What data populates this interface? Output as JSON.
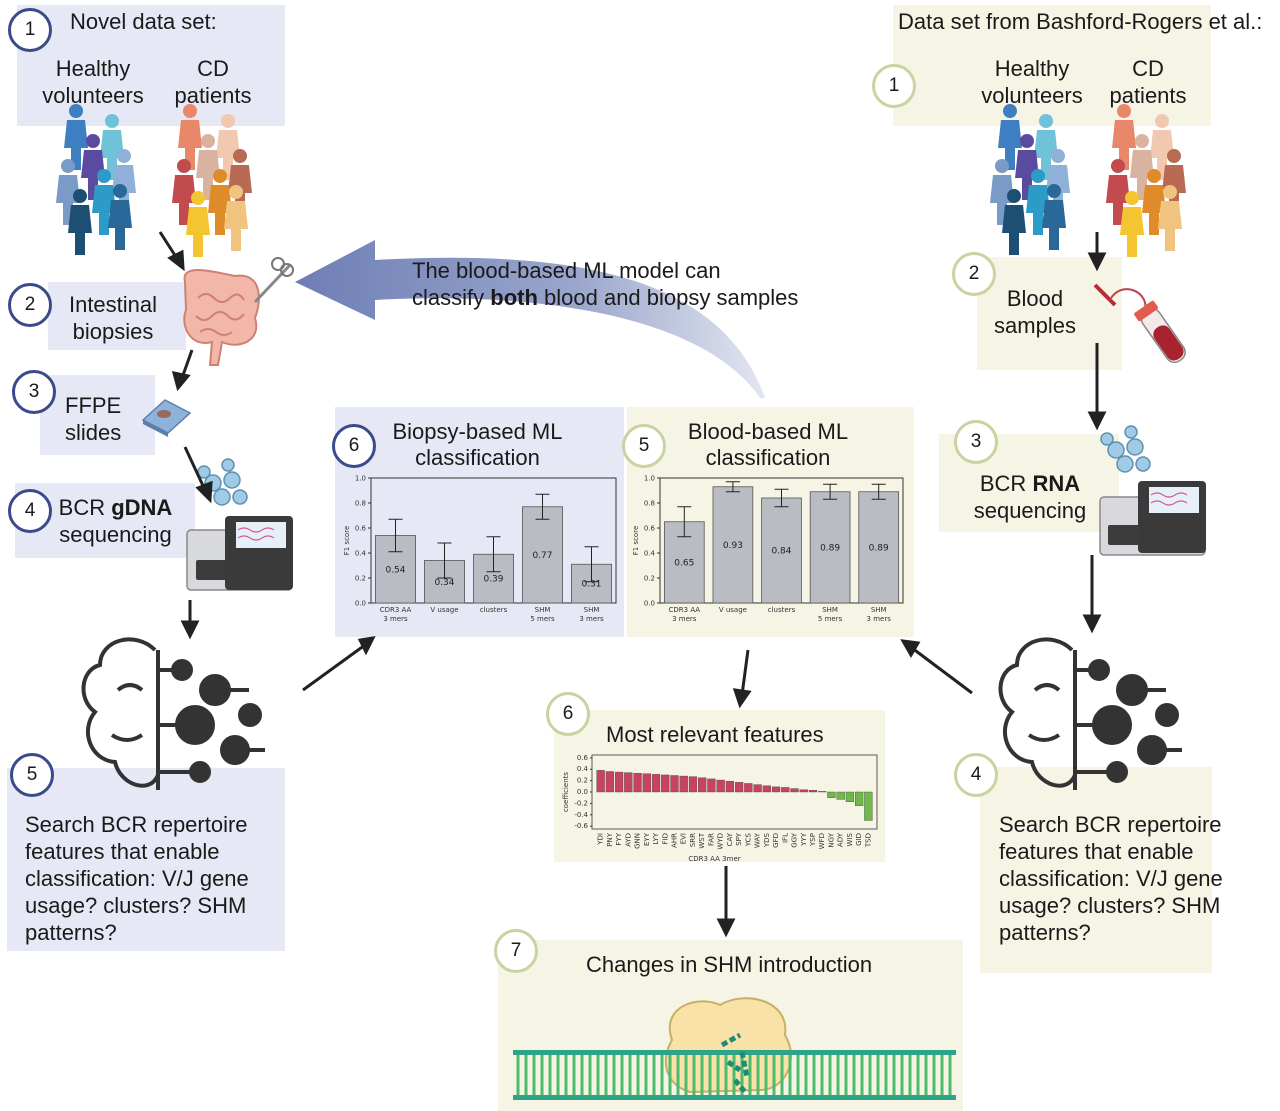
{
  "left": {
    "s1_num": "1",
    "s1_title": "Novel data set:",
    "healthy": "Healthy\nvolunteers",
    "cd": "CD\npatients",
    "s2_num": "2",
    "s2_label": "Intestinal\nbiopsies",
    "s3_num": "3",
    "s3_label": "FFPE\nslides",
    "s4_num": "4",
    "s4_pre": "BCR ",
    "s4_bold": "gDNA",
    "s4_post": "sequencing",
    "s5_num": "5",
    "s5_text": "Search BCR repertoire\nfeatures that enable\nclassification: V/J gene\nusage? clusters? SHM\npatterns?"
  },
  "right": {
    "title": "Data set from Bashford-Rogers et al.:",
    "s1_num": "1",
    "healthy": "Healthy\nvolunteers",
    "cd": "CD\npatients",
    "s2_num": "2",
    "s2_label": "Blood\nsamples",
    "s3_num": "3",
    "s3_pre": "BCR ",
    "s3_bold": "RNA",
    "s3_post": "sequencing",
    "s4_num": "4",
    "s4_text": "Search BCR repertoire\nfeatures that enable\nclassification: V/J gene\nusage? clusters? SHM\npatterns?"
  },
  "center": {
    "arrow_pre": "The blood-based ML model can\nclassify ",
    "arrow_bold": "both",
    "arrow_post": " blood and biopsy samples",
    "biopsy_num": "6",
    "biopsy_title": "Biopsy-based ML\nclassification",
    "blood_num": "5",
    "blood_title": "Blood-based ML\nclassification",
    "features_num": "6",
    "features_title": "Most relevant features",
    "shm_num": "7",
    "shm_title": "Changes in SHM introduction"
  },
  "chart_data": [
    {
      "type": "bar",
      "ylabel": "F1 score",
      "ylim": [
        0,
        1.0
      ],
      "yticks": [
        "0.0",
        "0.2",
        "0.4",
        "0.6",
        "0.8",
        "1.0"
      ],
      "categories": [
        "CDR3 AA\n3 mers",
        "V usage",
        "clusters",
        "SHM\n5 mers",
        "SHM\n3 mers"
      ],
      "values": [
        0.54,
        0.34,
        0.39,
        0.77,
        0.31
      ],
      "value_labels": [
        "0.54",
        "0.34",
        "0.39",
        "0.77",
        "0.31"
      ],
      "errors": [
        0.13,
        0.14,
        0.14,
        0.1,
        0.14
      ]
    },
    {
      "type": "bar",
      "ylabel": "F1 score",
      "ylim": [
        0,
        1.0
      ],
      "yticks": [
        "0.0",
        "0.2",
        "0.4",
        "0.6",
        "0.8",
        "1.0"
      ],
      "categories": [
        "CDR3 AA\n3 mers",
        "V usage",
        "clusters",
        "SHM\n5 mers",
        "SHM\n3 mers"
      ],
      "values": [
        0.65,
        0.93,
        0.84,
        0.89,
        0.89
      ],
      "value_labels": [
        "0.65",
        "0.93",
        "0.84",
        "0.89",
        "0.89"
      ],
      "errors": [
        0.12,
        0.04,
        0.07,
        0.06,
        0.06
      ]
    },
    {
      "type": "bar",
      "ylabel": "coefficients",
      "xlabel": "CDR3 AA 3mer",
      "ylim": [
        -0.65,
        0.65
      ],
      "yticks": [
        "-0.6",
        "-0.4",
        "-0.2",
        "0.0",
        "0.2",
        "0.4",
        "0.6"
      ],
      "categories": [
        "YDI",
        "PNY",
        "FYY",
        "AYD",
        "GNN",
        "EYY",
        "LYY",
        "FID",
        "AHR",
        "EVI",
        "SRR",
        "WST",
        "FAR",
        "WYD",
        "CAY",
        "SPY",
        "YCS",
        "WAY",
        "YDS",
        "GFD",
        "IFL",
        "GGY",
        "YYY",
        "YSP",
        "WFD",
        "NGY",
        "ADY",
        "WIS",
        "GID",
        "TSD"
      ],
      "values": [
        0.38,
        0.36,
        0.35,
        0.34,
        0.33,
        0.32,
        0.31,
        0.3,
        0.29,
        0.28,
        0.27,
        0.25,
        0.23,
        0.21,
        0.19,
        0.17,
        0.15,
        0.13,
        0.11,
        0.09,
        0.08,
        0.06,
        0.04,
        0.03,
        0.01,
        -0.1,
        -0.13,
        -0.17,
        -0.24,
        -0.5
      ],
      "colors": {
        "positive": "#c8445e",
        "negative": "#6fb84a"
      }
    }
  ]
}
